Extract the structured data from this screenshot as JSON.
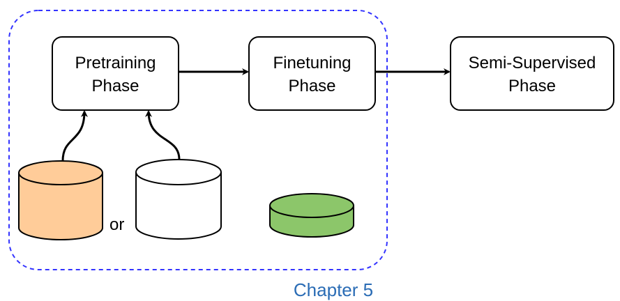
{
  "phases": {
    "pretraining": {
      "line1": "Pretraining",
      "line2": "Phase"
    },
    "finetuning": {
      "line1": "Finetuning",
      "line2": "Phase"
    },
    "semi_supervised": {
      "line1": "Semi-Supervised",
      "line2": "Phase"
    }
  },
  "or_label": "or",
  "group_label": "Chapter 5",
  "colors": {
    "group_border": "#3333ff",
    "group_label": "#2a6cb5",
    "orange_dataset": "#ffcc99",
    "white_dataset": "#ffffff",
    "green_dataset": "#8cc66a",
    "stroke": "#000000"
  }
}
